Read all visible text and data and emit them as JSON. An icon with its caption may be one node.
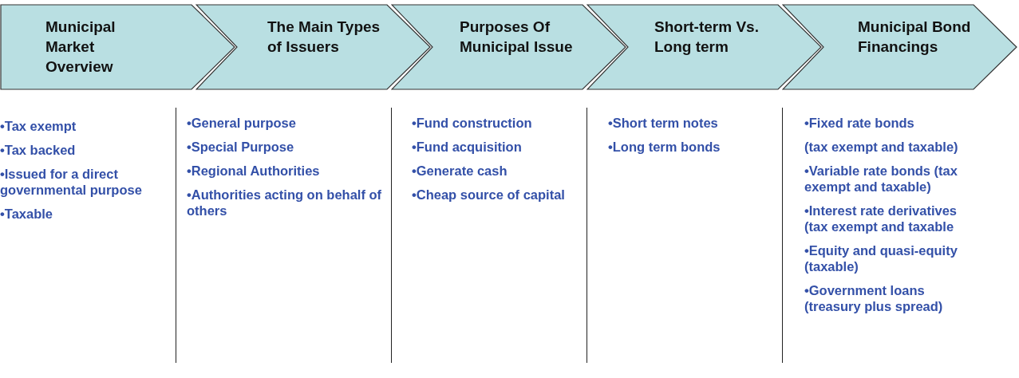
{
  "diagram": {
    "nodes": [
      {
        "text": [
          "Municipal Market Overview"
        ],
        "beside": [
          "•Tax exempt",
          "•Tax backed",
          "•Issued for a direct governmental purpose",
          "•Taxable"
        ]
      },
      {
        "text": [
          "The Main Types of Issuers"
        ],
        "beside": [
          "•General purpose",
          "•Special Purpose",
          "•Regional Authorities",
          "•Authorities acting on behalf of others"
        ]
      },
      {
        "text": [
          "Purposes Of Municipal Issue"
        ],
        "beside": [
          "•Fund construction",
          "•Fund acquisition",
          "•Generate cash",
          "•Cheap source of capital"
        ]
      },
      {
        "text": [
          "Short-term Vs. Long term"
        ],
        "beside": [
          "•Short term notes",
          "•Long term bonds"
        ]
      },
      {
        "text": [
          "Municipal Bond Financings"
        ],
        "beside": [
          "•Fixed rate bonds",
          "(tax exempt and taxable)",
          "•Variable rate bonds (tax exempt and taxable)",
          "•Interest rate derivatives (tax exempt and taxable",
          "•Equity and quasi-equity (taxable)",
          "•Government loans (treasury plus spread)"
        ]
      }
    ]
  }
}
